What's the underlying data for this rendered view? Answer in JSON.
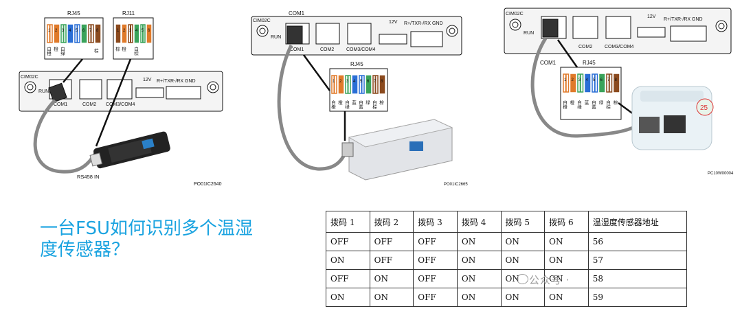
{
  "panel1": {
    "rj45_label": "RJ45",
    "rj11_label": "RJ11",
    "rj45_pins": [
      "1",
      "2",
      "3",
      "4",
      "5",
      "6",
      "7",
      "8"
    ],
    "rj11_pins": [
      "1",
      "2",
      "3",
      "4",
      "5",
      "6"
    ],
    "rj45_colors": [
      "白橙",
      "橙",
      "白绿"
    ],
    "rj45_right_color": "棕",
    "rj11_colors": [
      "棕",
      "橙",
      "白棕"
    ],
    "board_label": "CIM02C",
    "run_label": "RUN",
    "com1": "COM1",
    "com2": "COM2",
    "com34": "COM3/COM4",
    "v12": "12V",
    "rx": "R+/TXR-/RX GND",
    "device_label": "RS458 IN",
    "code": "PO01IC2640"
  },
  "panel2": {
    "board_label": "CIM02C",
    "com1_top": "COM1",
    "run_label": "RUN",
    "com1": "COM1",
    "com2": "COM2",
    "com34": "COM3/COM4",
    "v12": "12V",
    "rx": "R+/TXR-/RX GND",
    "rj45_label": "RJ45",
    "pins": [
      "1",
      "2",
      "3",
      "4",
      "5",
      "6",
      "7",
      "8"
    ],
    "colors": [
      "白橙",
      "橙",
      "白绿",
      "蓝",
      "白蓝",
      "绿",
      "白棕",
      "棕"
    ],
    "code": "PO01IC2665"
  },
  "panel3": {
    "board_label": "CIM02C",
    "run_label": "RUN",
    "com1": "COM1",
    "com2": "COM2",
    "com34": "COM3/COM4",
    "v12": "12V",
    "rx": "R+/TXR-/RX GND",
    "rj45_label": "RJ45",
    "pins": [
      "1",
      "2",
      "3",
      "4",
      "5",
      "6",
      "7",
      "8"
    ],
    "colors": [
      "白橙",
      "橙",
      "白绿",
      "蓝",
      "白蓝",
      "绿",
      "白棕",
      "棕"
    ],
    "badge": "25",
    "code": "PC10W00004"
  },
  "title": "一台FSU如何识别多个温湿度传感器？",
  "table": {
    "headers": [
      "拨码 1",
      "拨码 2",
      "拨码 3",
      "拨码 4",
      "拨码 5",
      "拨码 6",
      "温湿度传感器地址"
    ],
    "rows": [
      [
        "OFF",
        "OFF",
        "OFF",
        "ON",
        "ON",
        "ON",
        "56"
      ],
      [
        "ON",
        "OFF",
        "OFF",
        "ON",
        "ON",
        "ON",
        "57"
      ],
      [
        "OFF",
        "ON",
        "OFF",
        "ON",
        "ON",
        "ON",
        "58"
      ],
      [
        "ON",
        "ON",
        "OFF",
        "ON",
        "ON",
        "ON",
        "59"
      ]
    ]
  },
  "watermark": "公众号 ·",
  "wire_colors": {
    "orange": "#e07a2a",
    "green": "#3aa35a",
    "blue": "#2a6fd6",
    "brown": "#8b4a1e",
    "white": "#ffffff"
  }
}
